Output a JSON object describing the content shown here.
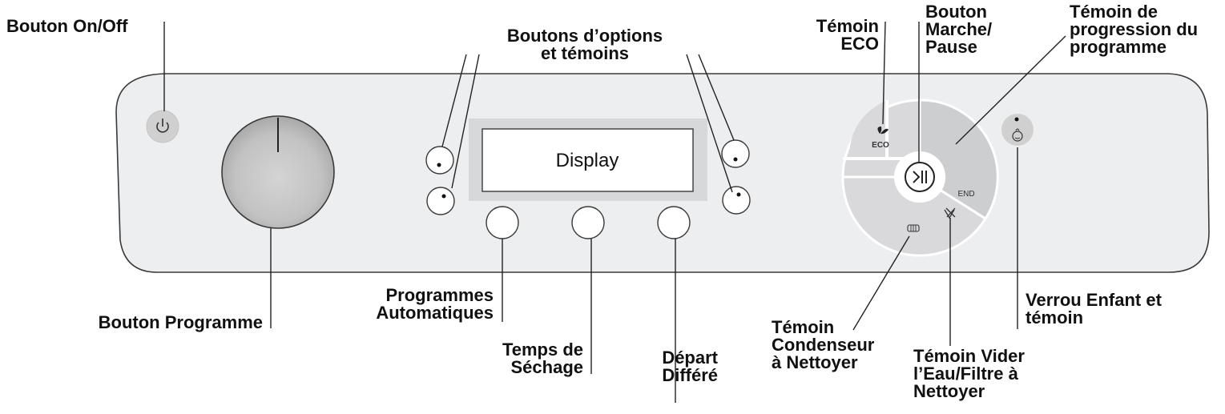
{
  "panel": {
    "display_text": "Display",
    "eco_text": "ECO",
    "end_text": "END"
  },
  "callouts": {
    "on_off": [
      "Bouton On/Off"
    ],
    "options": [
      "Boutons d’options",
      "et témoins"
    ],
    "eco": [
      "Témoin",
      "ECO"
    ],
    "start_pause": [
      "Bouton",
      "Marche/",
      "Pause"
    ],
    "progress": [
      "Témoin de",
      "progression du",
      "programme"
    ],
    "program_knob": [
      "Bouton Programme"
    ],
    "auto_programs": [
      "Programmes",
      "Automatiques"
    ],
    "drying_time": [
      "Temps de",
      "Séchage"
    ],
    "delay_start": [
      "Départ",
      "Différé"
    ],
    "condenser": [
      "Témoin",
      "Condenseur",
      "à Nettoyer"
    ],
    "empty_water": [
      "Témoin Vider",
      "l’Eau/Filtre à",
      "Nettoyer"
    ],
    "child_lock": [
      "Verrou Enfant et",
      "témoin"
    ]
  }
}
